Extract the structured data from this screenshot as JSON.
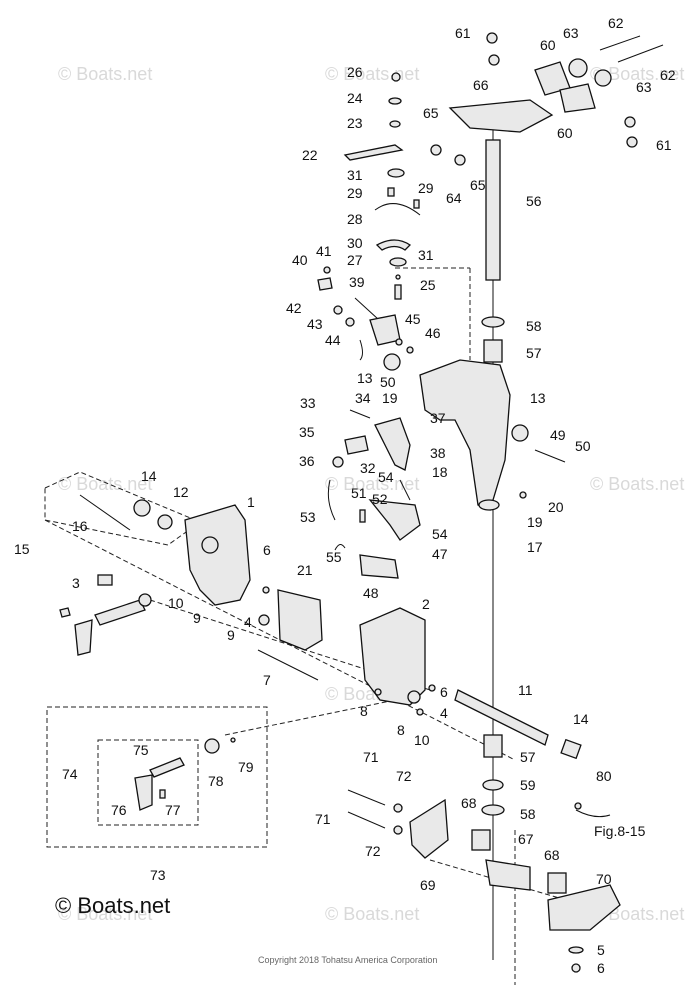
{
  "watermarks": [
    "© Boats.net",
    "© Boats.net",
    "© Boats.net",
    "© Boats.net",
    "© Boats.net",
    "© Boats.net",
    "© Boats.net",
    "© Boats.net",
    "© Boats.net",
    "© Boats.net"
  ],
  "brand": "© Boats.net",
  "copyright": "Copyright 2018 Tohatsu America Corporation",
  "figure_ref": "Fig.8-15",
  "callouts": [
    "61",
    "62",
    "60",
    "63",
    "62",
    "66",
    "63",
    "65",
    "60",
    "61",
    "26",
    "24",
    "23",
    "22",
    "31",
    "29",
    "29",
    "28",
    "30",
    "31",
    "27",
    "25",
    "64",
    "65",
    "56",
    "41",
    "40",
    "39",
    "42",
    "43",
    "45",
    "44",
    "46",
    "58",
    "57",
    "13",
    "50",
    "19",
    "33",
    "34",
    "37",
    "13",
    "35",
    "38",
    "49",
    "50",
    "36",
    "32",
    "14",
    "12",
    "1",
    "18",
    "54",
    "51",
    "52",
    "20",
    "16",
    "19",
    "53",
    "54",
    "15",
    "6",
    "47",
    "17",
    "55",
    "3",
    "21",
    "48",
    "10",
    "9",
    "4",
    "2",
    "9",
    "7",
    "6",
    "11",
    "8",
    "4",
    "8",
    "10",
    "14",
    "71",
    "75",
    "74",
    "72",
    "78",
    "79",
    "76",
    "77",
    "57",
    "59",
    "58",
    "80",
    "68",
    "71",
    "72",
    "67",
    "69",
    "68",
    "70",
    "73",
    "5",
    "6"
  ]
}
